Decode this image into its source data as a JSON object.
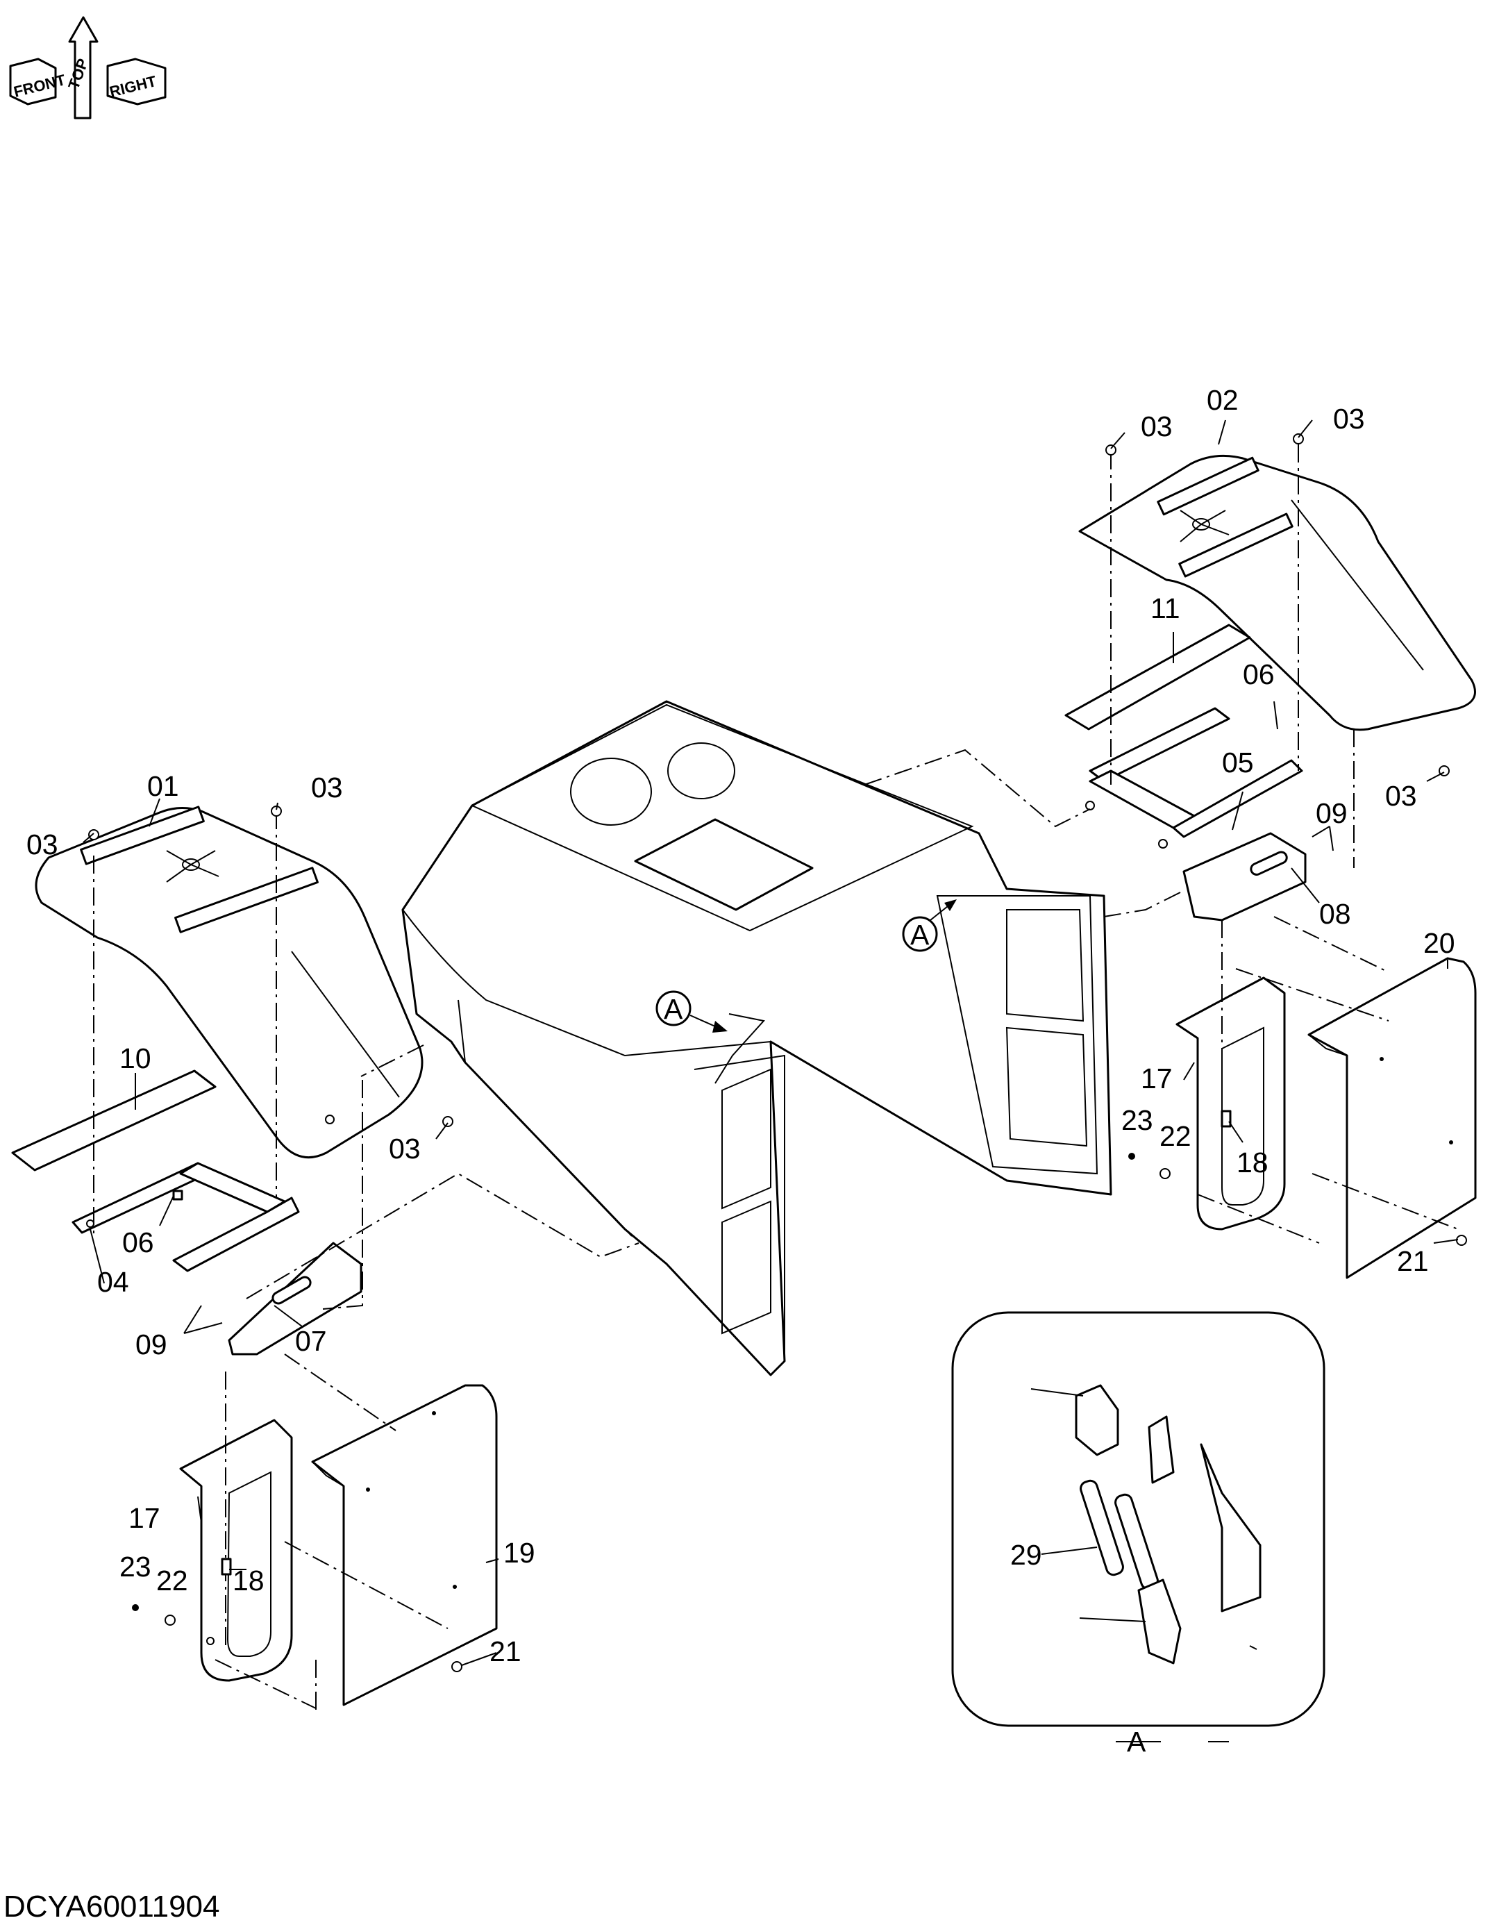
{
  "orientation_icon": {
    "labels": [
      "FRONT",
      "TOP",
      "RIGHT"
    ]
  },
  "drawing_code": "DCYA60011904",
  "detail": {
    "label": "A",
    "callout_markers": [
      "A",
      "A"
    ]
  },
  "callouts": [
    {
      "id": "c01",
      "text": "01"
    },
    {
      "id": "c02",
      "text": "02"
    },
    {
      "id": "c03a",
      "text": "03"
    },
    {
      "id": "c03b",
      "text": "03"
    },
    {
      "id": "c03c",
      "text": "03"
    },
    {
      "id": "c03d",
      "text": "03"
    },
    {
      "id": "c03e",
      "text": "03"
    },
    {
      "id": "c03f",
      "text": "03"
    },
    {
      "id": "c04",
      "text": "04"
    },
    {
      "id": "c05",
      "text": "05"
    },
    {
      "id": "c06a",
      "text": "06"
    },
    {
      "id": "c06b",
      "text": "06"
    },
    {
      "id": "c07",
      "text": "07"
    },
    {
      "id": "c08",
      "text": "08"
    },
    {
      "id": "c09a",
      "text": "09"
    },
    {
      "id": "c09b",
      "text": "09"
    },
    {
      "id": "c10",
      "text": "10"
    },
    {
      "id": "c11",
      "text": "11"
    },
    {
      "id": "c17a",
      "text": "17"
    },
    {
      "id": "c17b",
      "text": "17"
    },
    {
      "id": "c18a",
      "text": "18"
    },
    {
      "id": "c18b",
      "text": "18"
    },
    {
      "id": "c19",
      "text": "19"
    },
    {
      "id": "c20",
      "text": "20"
    },
    {
      "id": "c21a",
      "text": "21"
    },
    {
      "id": "c21b",
      "text": "21"
    },
    {
      "id": "c22a",
      "text": "22"
    },
    {
      "id": "c22b",
      "text": "22"
    },
    {
      "id": "c23a",
      "text": "23"
    },
    {
      "id": "c23b",
      "text": "23"
    },
    {
      "id": "c29",
      "text": "29"
    }
  ]
}
